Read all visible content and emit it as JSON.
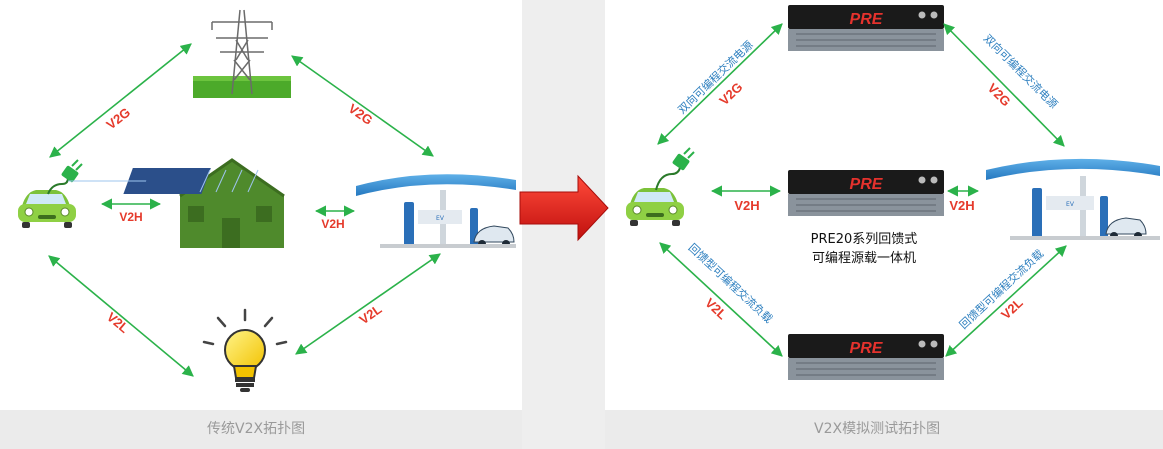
{
  "left_panel": {
    "caption": "传统V2X拓扑图",
    "links": {
      "v2g_left": "V2G",
      "v2g_right": "V2G",
      "v2h_left": "V2H",
      "v2h_right": "V2H",
      "v2l_left": "V2L",
      "v2l_right": "V2L"
    }
  },
  "right_panel": {
    "caption": "V2X模拟测试拓扑图",
    "device_label_line1": "PRE20系列回馈式",
    "device_label_line2": "可编程源载一体机",
    "brand": "PRE",
    "links": {
      "v2g_left": "V2G",
      "v2g_right": "V2G",
      "v2h_left": "V2H",
      "v2h_right": "V2H",
      "v2l_left": "V2L",
      "v2l_right": "V2L"
    },
    "annotations": {
      "ac_source_left": "双向可编程交流电源",
      "ac_source_right": "双向可编程交流电源",
      "ac_load_left": "回馈型可编程交流负载",
      "ac_load_right": "回馈型可编程交流负载"
    }
  },
  "colors": {
    "arrow_green": "#2bb24a",
    "label_red": "#e53a2b",
    "annotation_blue": "#2d7fbf",
    "transition_arrow": "#d9201e",
    "panel_bg": "#eeeeee"
  }
}
